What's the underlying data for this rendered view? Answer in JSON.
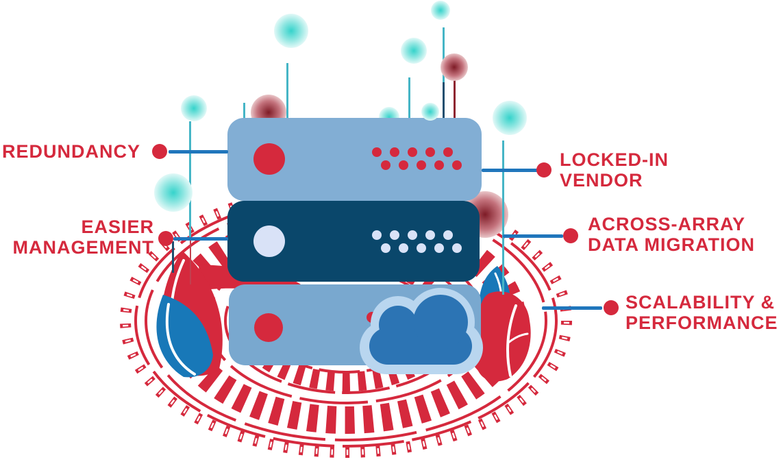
{
  "figure": {
    "subject": "storage server stack with cloud illustration",
    "callouts_left": [
      {
        "id": "redundancy",
        "lines": [
          "REDUNDANCY"
        ]
      },
      {
        "id": "easier-management",
        "lines": [
          "EASIER",
          "MANAGEMENT"
        ]
      }
    ],
    "callouts_right": [
      {
        "id": "locked-in-vendor",
        "lines": [
          "LOCKED-IN",
          "VENDOR"
        ]
      },
      {
        "id": "across-array-data-migration",
        "lines": [
          "ACROSS-ARRAY",
          "DATA MIGRATION"
        ]
      },
      {
        "id": "scalability-performance",
        "lines": [
          "SCALABILITY &",
          "PERFORMANCE"
        ]
      }
    ],
    "icons": [
      "cloud-icon",
      "leaf-icon",
      "sunburst-pattern",
      "bubble"
    ],
    "colors": {
      "accent_red": "#D5293D",
      "label_text": "#D5293D",
      "connector_line": "#2076BC",
      "server_top": "#82AED4",
      "server_middle": "#0A476B",
      "server_bottom": "#79A8CF",
      "led_light": "#D9E2F7",
      "cloud_body": "#2C74B4",
      "cloud_halo": "#B9D6EF",
      "bubble_teal": "#35D3CB",
      "bubble_red": "#7E1B26",
      "line_teal": "#45B5C6",
      "line_dark_red": "#8E2330",
      "line_navy": "#1C4E6E"
    }
  }
}
